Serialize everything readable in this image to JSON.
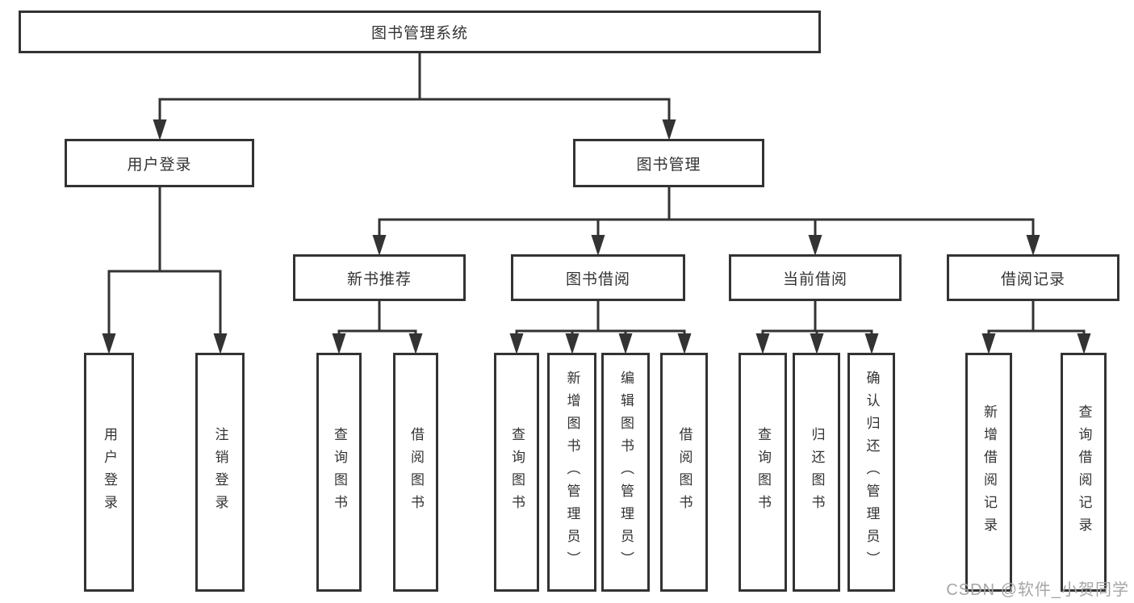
{
  "tree": {
    "root": {
      "label": "图书管理系统"
    },
    "branches": [
      {
        "label": "用户登录",
        "children": [
          {
            "label": "用户登录"
          },
          {
            "label": "注销登录"
          }
        ]
      },
      {
        "label": "图书管理",
        "children": [
          {
            "label": "新书推荐",
            "children": [
              {
                "label": "查询图书"
              },
              {
                "label": "借阅图书"
              }
            ]
          },
          {
            "label": "图书借阅",
            "children": [
              {
                "label": "查询图书"
              },
              {
                "label": "新增图书（管理员）"
              },
              {
                "label": "编辑图书（管理员）"
              },
              {
                "label": "借阅图书"
              }
            ]
          },
          {
            "label": "当前借阅",
            "children": [
              {
                "label": "查询图书"
              },
              {
                "label": "归还图书"
              },
              {
                "label": "确认归还（管理员）"
              }
            ]
          },
          {
            "label": "借阅记录",
            "children": [
              {
                "label": "新增借阅记录"
              },
              {
                "label": "查询借阅记录"
              }
            ]
          }
        ]
      }
    ]
  },
  "watermark": "CSDN @软件_小贺同学",
  "colors": {
    "line": "#333333",
    "text": "#333333",
    "box_background": "#ffffff",
    "watermark_text": "#a6a6a6"
  }
}
